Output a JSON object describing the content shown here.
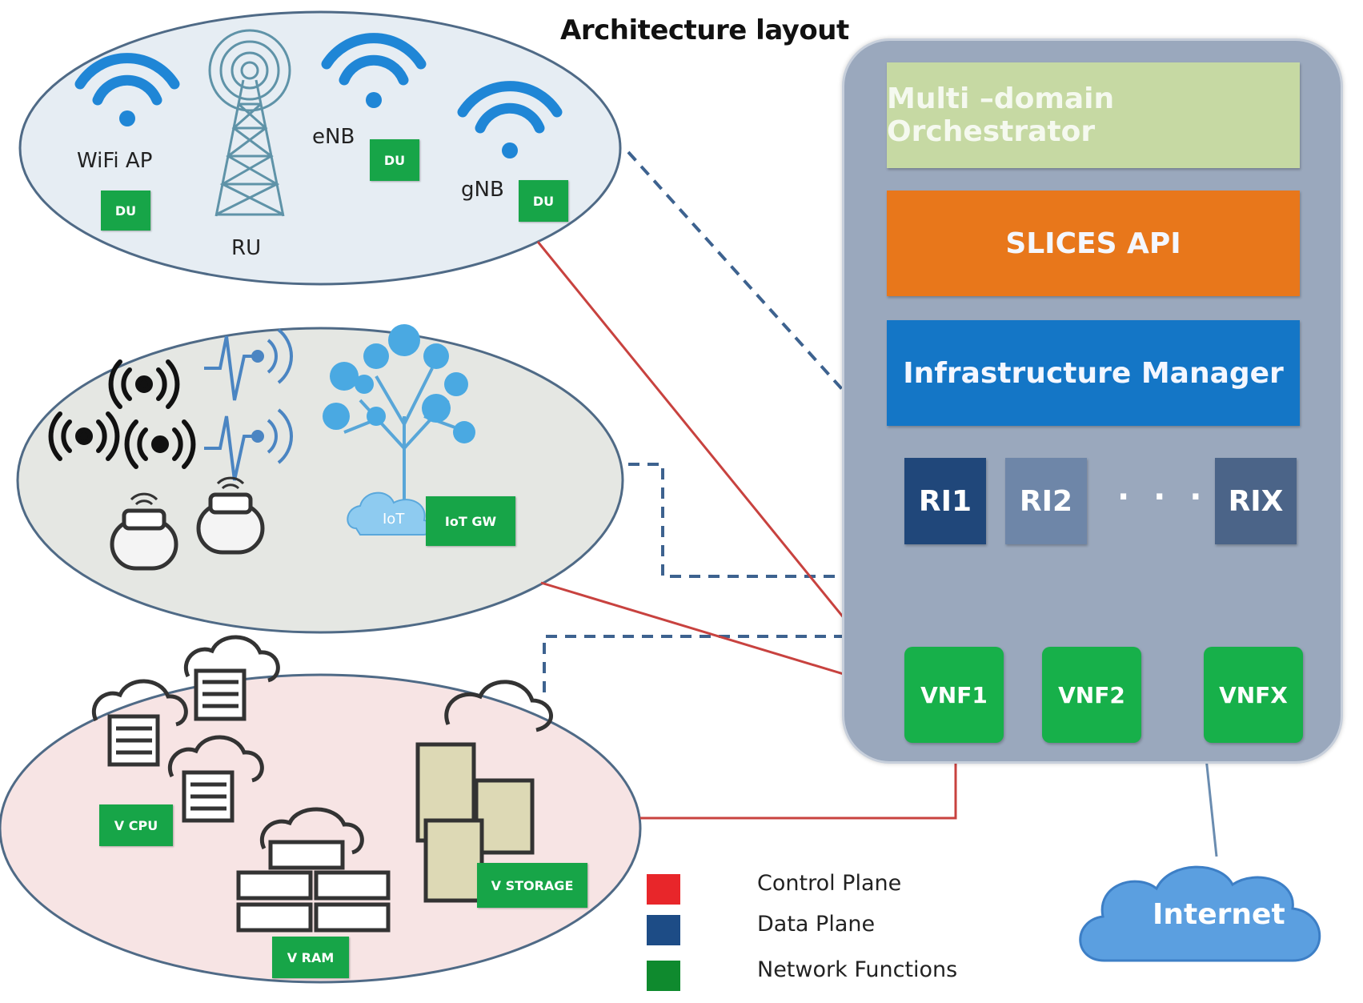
{
  "title": "Architecture layout",
  "architecture": {
    "orchestrator": "Multi –domain Orchestrator",
    "slices_api": "SLICES API",
    "infrastructure_manager": "Infrastructure Manager",
    "resource_instances": [
      "RI1",
      "RI2",
      "RIX"
    ],
    "ellipsis": "· · ·",
    "network_functions": [
      "VNF1",
      "VNF2",
      "VNFX"
    ]
  },
  "access_ellipse": {
    "wifi_label": "WiFi AP",
    "ru_label": "RU",
    "enb_label": "eNB",
    "gnb_label": "gNB",
    "du_label": "DU"
  },
  "iot_ellipse": {
    "iot_gw_label": "IoT GW",
    "cloud_label": "IoT"
  },
  "compute_ellipse": {
    "vcpu_label": "V CPU",
    "vram_label": "V RAM",
    "vstorage_label": "V STORAGE"
  },
  "internet_label": "Internet",
  "legend": [
    {
      "label": "Control Plane",
      "color": "#e8262a"
    },
    {
      "label": "Data Plane",
      "color": "#1d4c86"
    },
    {
      "label": "Network Functions",
      "color": "#0f8a2e"
    }
  ],
  "colors": {
    "control_plane": "#c8423f",
    "data_plane": "#3d628f",
    "network_function": "#17b04a"
  }
}
